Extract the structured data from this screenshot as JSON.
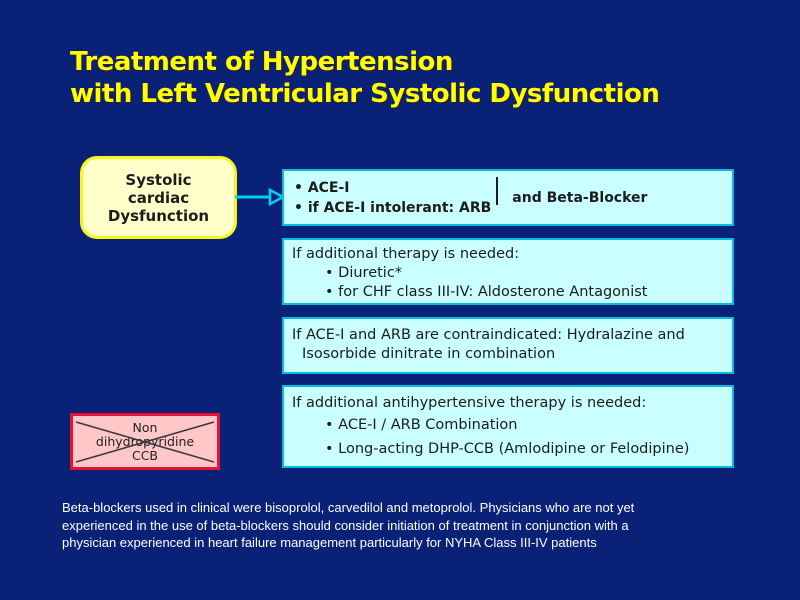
{
  "slide": {
    "title": {
      "line1": "Treatment of Hypertension",
      "line2": "with Left Ventricular Systolic Dysfunction"
    },
    "source_box": {
      "line1": "Systolic",
      "line2": "cardiac",
      "line3": "Dysfunction"
    },
    "first_line_box": {
      "bullet1": "• ACE-I",
      "bullet2": "• if ACE-I intolerant: ARB",
      "companion": "and Beta-Blocker"
    },
    "additional_therapy_box": {
      "heading": "If additional therapy is needed:",
      "bullet1": "• Diuretic*",
      "bullet2": "• for CHF class III-IV: Aldosterone Antagonist"
    },
    "contraindicated_box": {
      "line1": "If ACE-I and ARB are contraindicated: Hydralazine and",
      "line2": "Isosorbide dinitrate in combination"
    },
    "antihypertensive_box": {
      "heading": "If additional antihypertensive therapy is needed:",
      "bullet1": "• ACE-I / ARB Combination",
      "bullet2": "• Long-acting DHP-CCB (Amlodipine or Felodipine)"
    },
    "crossed_out_box": {
      "line1": "Non",
      "line2": "dihydropyridine",
      "line3": "CCB"
    },
    "footnote": {
      "line1": "Beta-blockers used in clinical were bisoprolol, carvedilol and metoprolol. Physicians who are not yet",
      "line2": "experienced in the use of beta-blockers should consider initiation of treatment in conjunction with a",
      "line3": "physician experienced in heart failure management particularly for NYHA Class III-IV patients"
    },
    "icons": {
      "flow_arrow": "right-arrow",
      "cross": "x-cross"
    },
    "colors": {
      "background": "#0A2178",
      "title_text": "#FFFF00",
      "info_box_fill": "#CAFFFF",
      "info_box_border": "#00BEDC",
      "source_box_fill": "#FFFFC9",
      "source_box_border": "#F5F520",
      "crossed_box_fill": "#FFC7C7",
      "crossed_box_border": "#E91230",
      "arrow": "#00CFEF",
      "body_text": "#1C1C1C",
      "footnote_text": "#FFFFFF"
    }
  }
}
